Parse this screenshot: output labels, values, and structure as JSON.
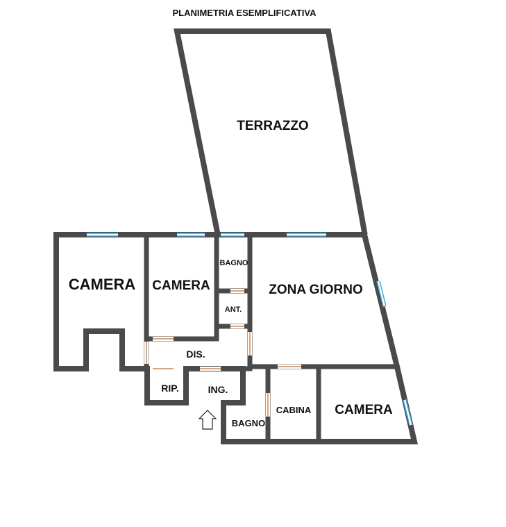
{
  "title": "PLANIMETRIA ESEMPLIFICATIVA",
  "rooms": {
    "terrazzo": "TERRAZZO",
    "camera_left": "CAMERA",
    "camera_mid": "CAMERA",
    "bagno_small": "BAGNO",
    "ant": "ANT.",
    "zona_giorno": "ZONA GIORNO",
    "dis": "DIS.",
    "rip": "RIP.",
    "ing": "ING.",
    "bagno_bottom": "BAGNO",
    "cabina": "CABINA",
    "camera_right": "CAMERA"
  },
  "icons": {
    "entrance": "up-arrow-icon"
  },
  "colors": {
    "wall": "#4a4a4a",
    "window": "#3aa6d8",
    "door": "#e8a070"
  }
}
